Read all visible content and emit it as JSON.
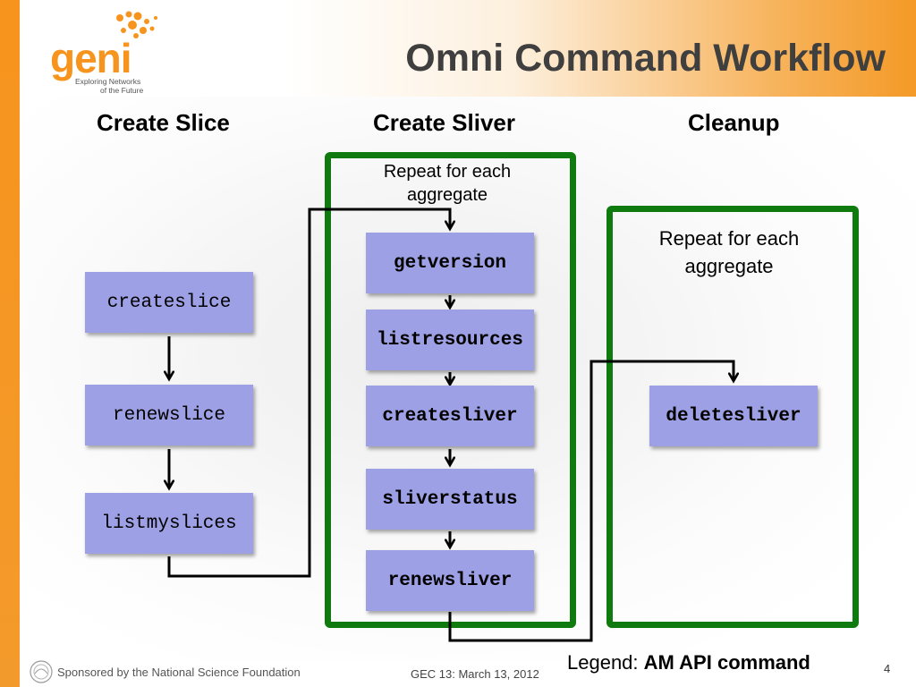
{
  "logo": {
    "word": "geni",
    "tagline_line1": "Exploring Networks",
    "tagline_line2": "of the Future"
  },
  "title": "Omni Command Workflow",
  "columns": {
    "create_slice": "Create Slice",
    "create_sliver": "Create Sliver",
    "cleanup": "Cleanup"
  },
  "notes": {
    "sliver_repeat_line1": "Repeat for each",
    "sliver_repeat_line2": "aggregate",
    "cleanup_repeat_line1": "Repeat for each",
    "cleanup_repeat_line2": "aggregate"
  },
  "commands": {
    "slice": [
      "createslice",
      "renewslice",
      "listmyslices"
    ],
    "sliver": [
      "getversion",
      "listresources",
      "createsliver",
      "sliverstatus",
      "renewsliver"
    ],
    "cleanup": [
      "deletesliver"
    ]
  },
  "footer": {
    "sponsor": "Sponsored by the National Science Foundation",
    "event": "GEC 13: March 13, 2012",
    "legend_label": "Legend:",
    "legend_value": "AM API command",
    "page_number": "4"
  },
  "colors": {
    "accent_orange": "#f7941d",
    "command_box": "#9da0e4",
    "group_border": "#0f7b0f"
  }
}
